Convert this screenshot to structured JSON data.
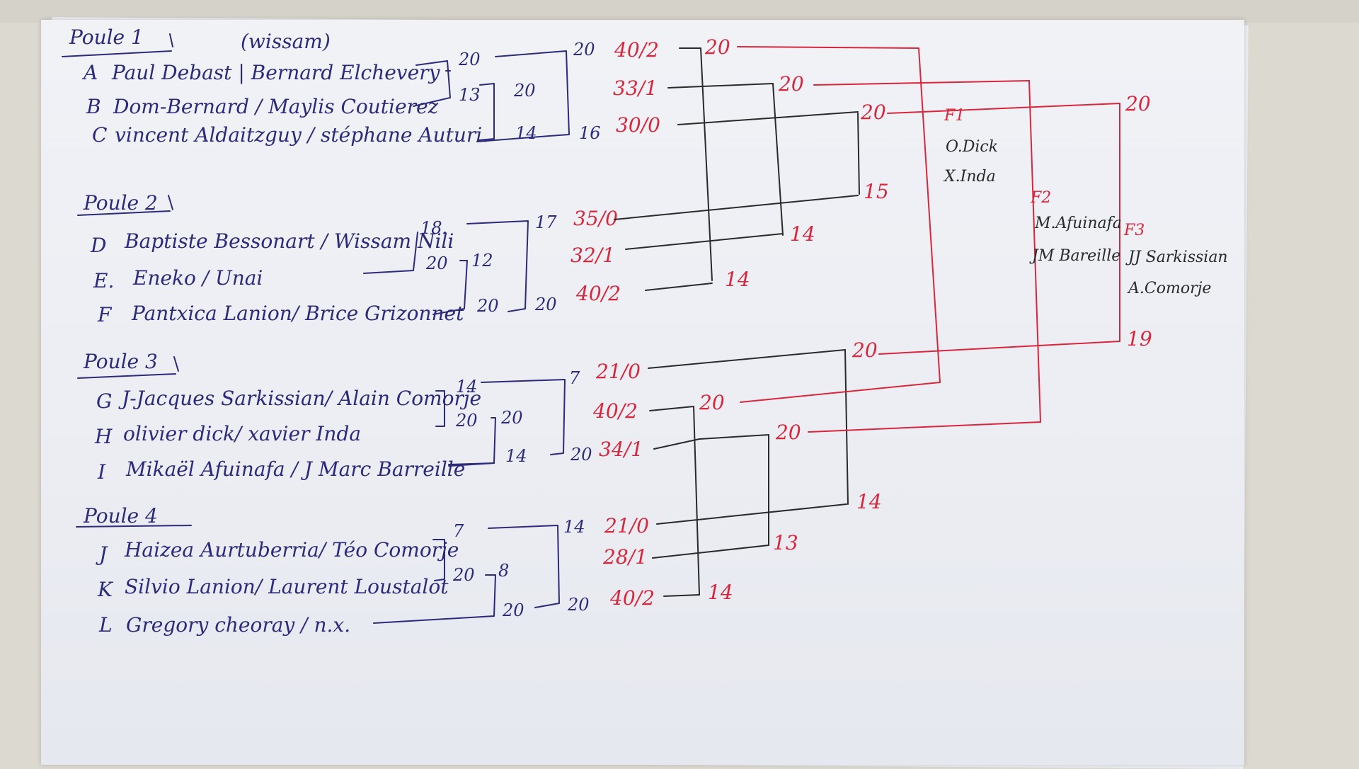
{
  "pools": [
    {
      "title": "Poule 1",
      "teams": [
        {
          "letter": "A",
          "name": "Paul Debast | Bernard Elchevery"
        },
        {
          "letter": "B",
          "name": "Dom-Bernard / Maylis Coutierez"
        },
        {
          "letter": "C",
          "name": "vincent Aldaitzguy / stéphane Auturi."
        }
      ]
    },
    {
      "title": "Poule 2",
      "teams": [
        {
          "letter": "D",
          "name": "Baptiste Bessonart / Wissam Nili"
        },
        {
          "letter": "E.",
          "name": "Eneko / Unai"
        },
        {
          "letter": "F",
          "name": "Pantxica Lanion/ Brice Grizonnet"
        }
      ]
    },
    {
      "title": "Poule 3",
      "teams": [
        {
          "letter": "G",
          "name": "J-Jacques Sarkissian/ Alain Comorje"
        },
        {
          "letter": "H",
          "name": "olivier dick/ xavier Inda"
        },
        {
          "letter": "I",
          "name": "Mikaël Afuinafa / J Marc Barreille"
        }
      ]
    },
    {
      "title": "Poule 4",
      "teams": [
        {
          "letter": "J",
          "name": "Haizea Aurtuberria/ Téo Comorje"
        },
        {
          "letter": "K",
          "name": "Silvio Lanion/ Laurent Loustalot"
        },
        {
          "letter": "L",
          "name": "Gregory cheoray / n.x."
        }
      ]
    }
  ],
  "annotation_wissam": "(wissam)",
  "pool_scores": [
    [
      "20",
      "13",
      "20",
      "14",
      "20",
      "16"
    ],
    [
      "18.",
      "20",
      "12",
      "20",
      "17",
      "20"
    ],
    [
      "14",
      "20",
      "20",
      "14",
      "7",
      "20"
    ],
    [
      "7",
      "20",
      "8",
      "20",
      "14",
      "20"
    ]
  ],
  "standings": [
    [
      "40/2",
      "33/1",
      "30/0"
    ],
    [
      "35/0",
      "32/1",
      "40/2"
    ],
    [
      "21/0",
      "40/2",
      "34/1"
    ],
    [
      "21/0",
      "28/1",
      "40/2"
    ]
  ],
  "quarter_scores": [
    "20",
    "20",
    "20",
    "15",
    "14",
    "14",
    "20",
    "20",
    "20",
    "14",
    "13",
    "14"
  ],
  "final_scores": [
    "20",
    "19"
  ],
  "finals": [
    {
      "label": "F1",
      "p1": "O.Dick",
      "p2": "X.Inda"
    },
    {
      "label": "F2",
      "p1": "M.Afuinafa",
      "p2": "JM Bareille"
    },
    {
      "label": "F3",
      "p1": "JJ Sarkissian",
      "p2": "A.Comorje"
    }
  ]
}
